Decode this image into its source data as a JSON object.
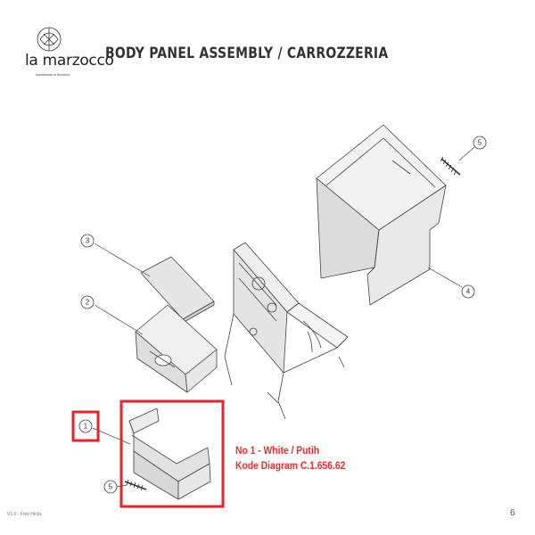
{
  "brand": {
    "name": "la marzocco",
    "tagline": "handmade in florence"
  },
  "title": "BODY PANEL ASSEMBLY / CARROZZERIA",
  "callouts": [
    "5",
    "3",
    "4",
    "2",
    "1",
    "5"
  ],
  "note": {
    "line1": "No 1 - White / Putih",
    "line2": "Kode Diagram C.1.656.62"
  },
  "footer": {
    "left": "V1.0 - Free Hicks",
    "page": "6"
  },
  "colors": {
    "highlight": "#e8232a",
    "note_text": "#e0312f",
    "panel_fill": "#e6e6e6",
    "line": "#444444"
  }
}
